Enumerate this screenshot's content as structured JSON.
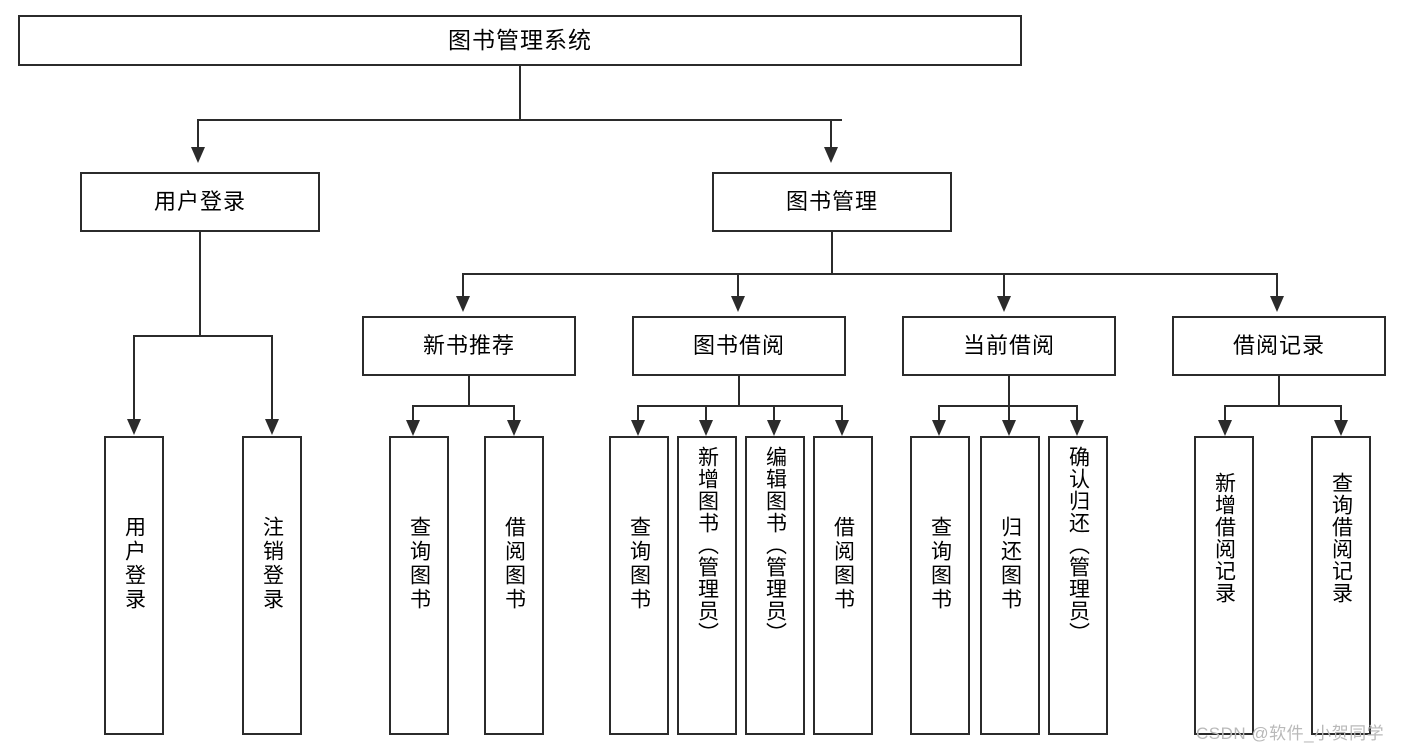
{
  "diagram": {
    "type": "tree-hierarchy",
    "title": "图书管理系统",
    "watermark": "CSDN @软件_小贺同学",
    "colors": {
      "stroke": "#2b2b2b",
      "fill": "#ffffff",
      "text": "#000000",
      "watermark": "#b9b9b9"
    },
    "nodes": {
      "root": {
        "label": "图书管理系统"
      },
      "level2": [
        {
          "id": "user-login",
          "label": "用户登录"
        },
        {
          "id": "book-manage",
          "label": "图书管理"
        }
      ],
      "level3": [
        {
          "id": "new-book-rec",
          "label": "新书推荐"
        },
        {
          "id": "book-borrow",
          "label": "图书借阅"
        },
        {
          "id": "current-borrow",
          "label": "当前借阅"
        },
        {
          "id": "borrow-record",
          "label": "借阅记录"
        }
      ],
      "leaves": {
        "user-login": [
          {
            "id": "leaf-user-login",
            "label": "用户登录"
          },
          {
            "id": "leaf-logout",
            "label": "注销登录"
          }
        ],
        "new-book-rec": [
          {
            "id": "leaf-query-book-1",
            "label": "查询图书"
          },
          {
            "id": "leaf-borrow-book-1",
            "label": "借阅图书"
          }
        ],
        "book-borrow": [
          {
            "id": "leaf-query-book-2",
            "label": "查询图书"
          },
          {
            "id": "leaf-add-book",
            "label": "新增图书（管理员）"
          },
          {
            "id": "leaf-edit-book",
            "label": "编辑图书（管理员）"
          },
          {
            "id": "leaf-borrow-book-2",
            "label": "借阅图书"
          }
        ],
        "current-borrow": [
          {
            "id": "leaf-query-book-3",
            "label": "查询图书"
          },
          {
            "id": "leaf-return-book",
            "label": "归还图书"
          },
          {
            "id": "leaf-confirm-return",
            "label": "确认归还（管理员）"
          }
        ],
        "borrow-record": [
          {
            "id": "leaf-add-record",
            "label": "新增借阅记录"
          },
          {
            "id": "leaf-query-record",
            "label": "查询借阅记录"
          }
        ]
      }
    }
  }
}
